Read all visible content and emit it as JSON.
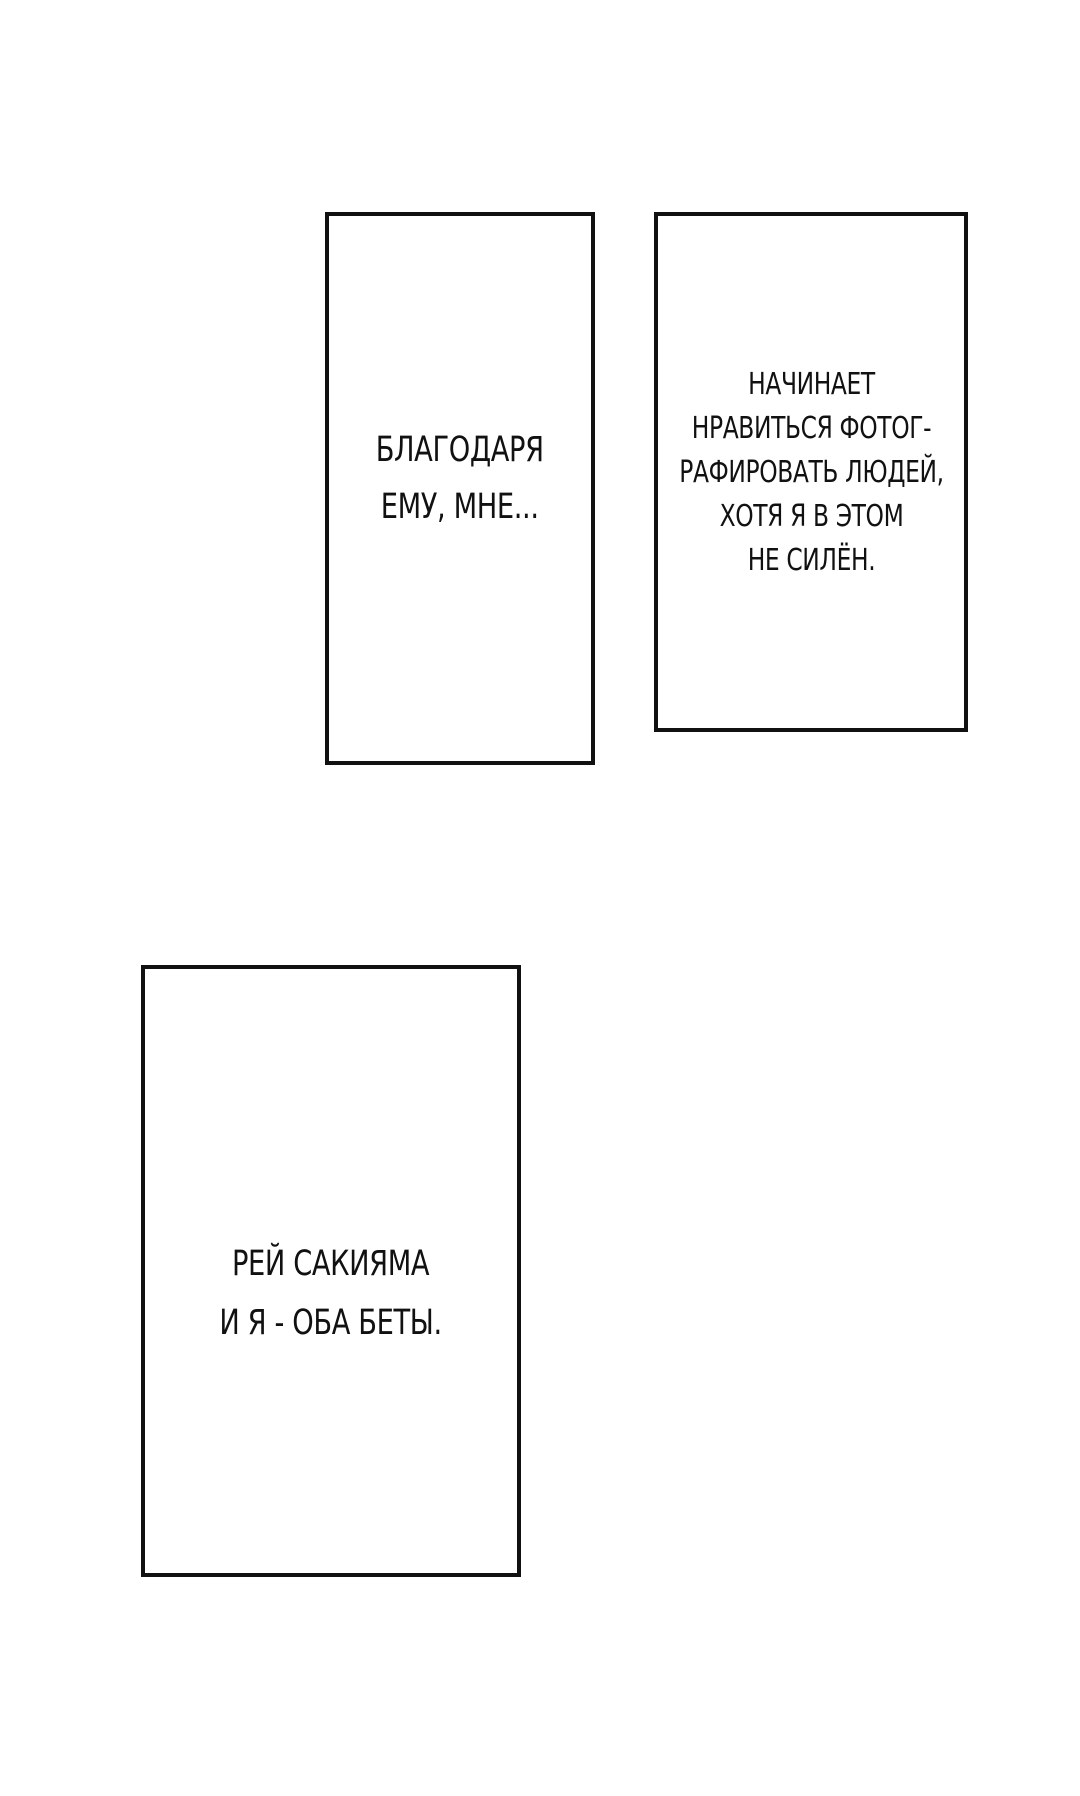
{
  "page": {
    "background": "#ffffff",
    "border_color": "#111111",
    "text_color": "#111111"
  },
  "panels": [
    {
      "lines": [
        "Благодаря",
        "ему, мне..."
      ]
    },
    {
      "lines": [
        "начинает",
        "нравиться фотог-",
        "рафировать людей,",
        "хотя я в этом",
        "не силён."
      ]
    },
    {
      "lines": [
        "Рей Сакияма",
        "и я - оба беты."
      ]
    }
  ]
}
